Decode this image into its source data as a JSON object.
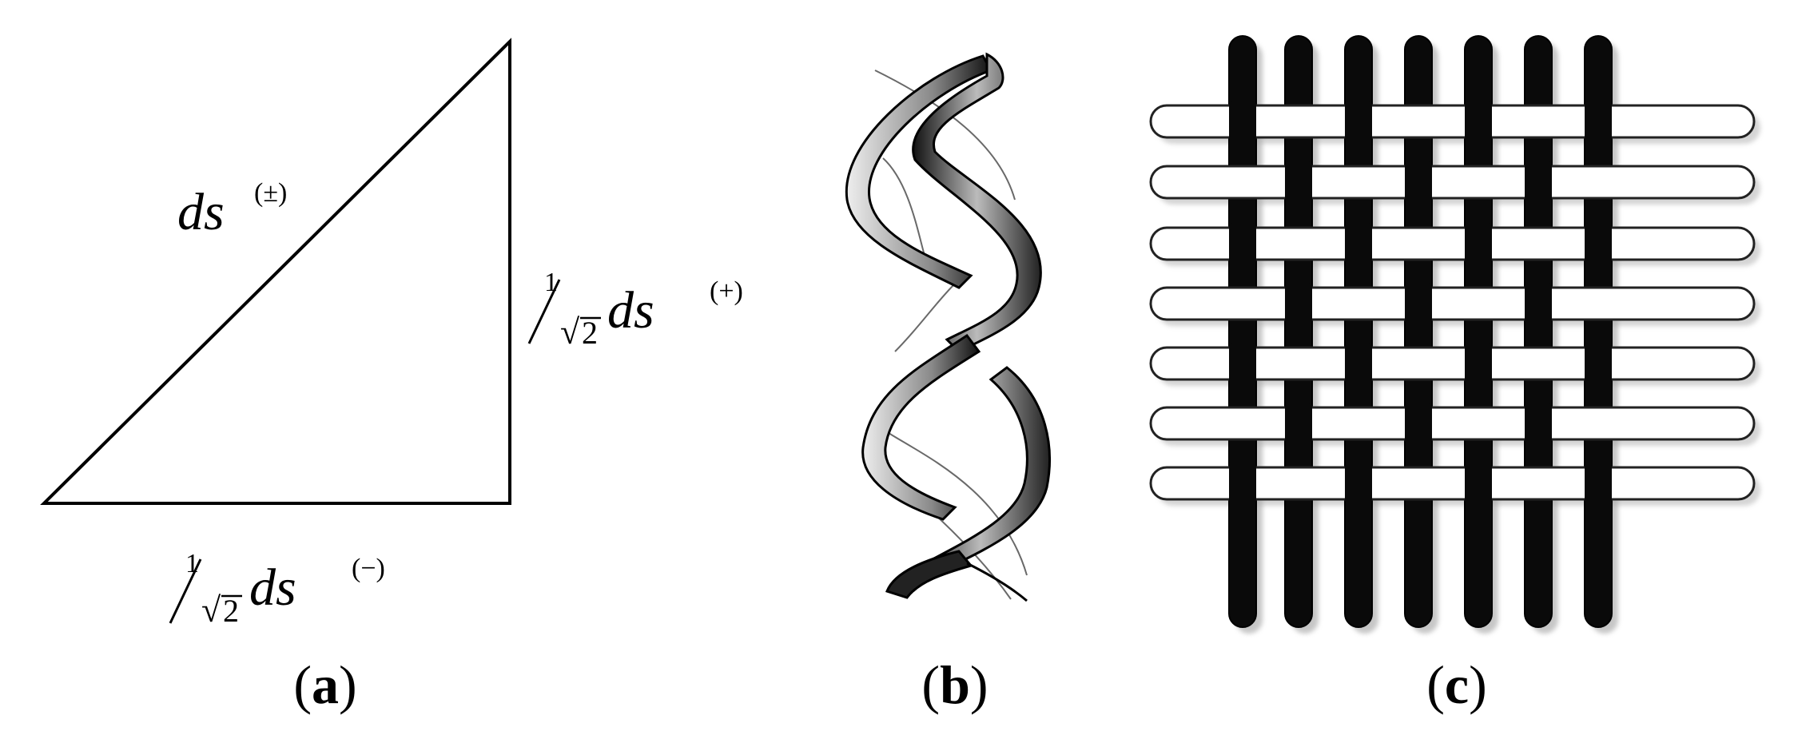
{
  "panel_a": {
    "hypotenuse": {
      "main": "ds",
      "superscript": "(±)"
    },
    "vertical_leg": {
      "numerator": "1",
      "radical": "√",
      "radicand": "2",
      "main": "ds",
      "superscript": "(+)"
    },
    "horizontal_leg": {
      "numerator": "1",
      "radical": "√",
      "radicand": "2",
      "main": "ds",
      "superscript": "(−)"
    }
  },
  "captions": {
    "a": {
      "open": "(",
      "letter": "a",
      "close": ")"
    },
    "b": {
      "open": "(",
      "letter": "b",
      "close": ")"
    },
    "c": {
      "open": "(",
      "letter": "c",
      "close": ")"
    }
  },
  "weave": {
    "vertical_threads": 7,
    "horizontal_threads": 7
  }
}
